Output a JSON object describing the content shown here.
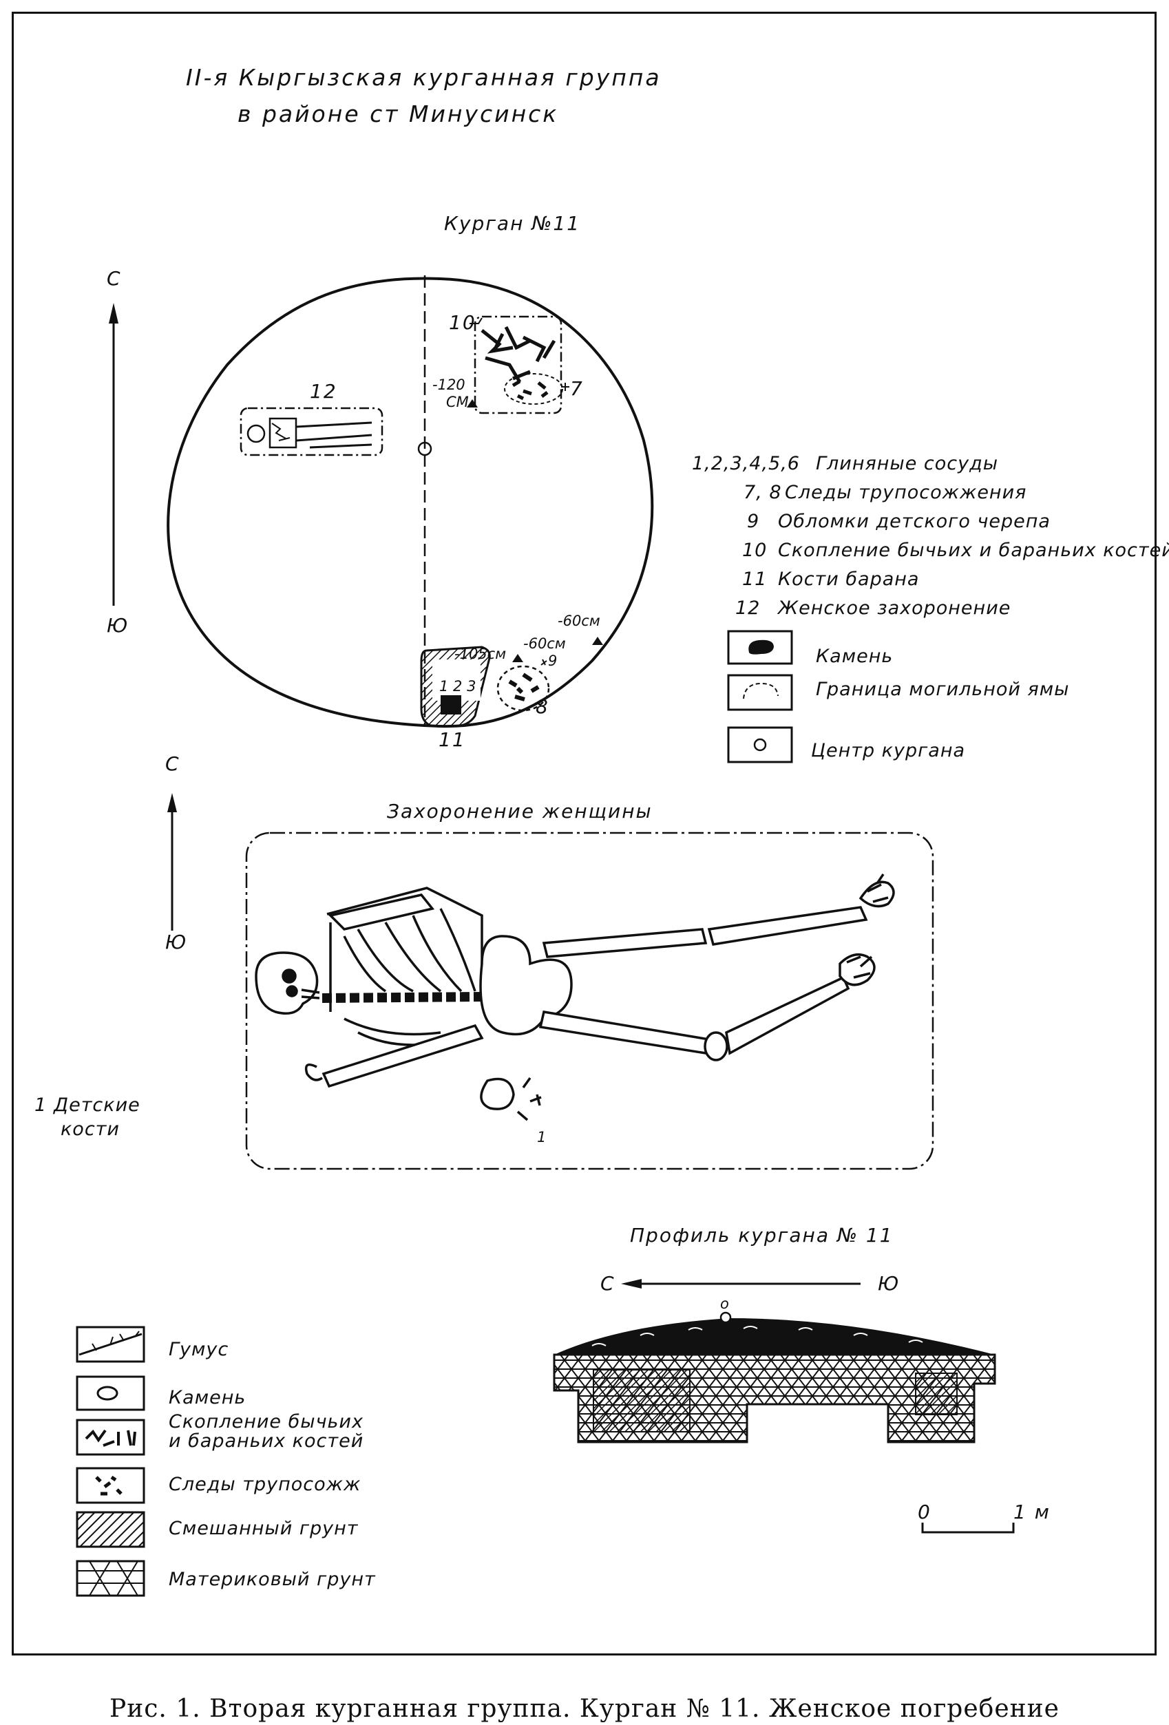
{
  "title": {
    "line1": "II-я Кыргызская курганная группа",
    "line2": "в районе ст Минусинск"
  },
  "plan": {
    "heading": "Курган №11",
    "north": "С",
    "south": "Ю",
    "burial_number": "12",
    "cluster_number": "10",
    "depth_120": "-120",
    "depth_120_unit": "СМ",
    "mark_7": "7",
    "depth_105": "-105см",
    "depth_60a": "-60см",
    "depth_60b": "-60см",
    "mark_8": "8",
    "mark_9": "9",
    "mark_11": "11",
    "pot_marks": "1 2 3"
  },
  "legend_plan": [
    {
      "num": "1,2,3,4,5,6",
      "text": "Глиняные сосуды"
    },
    {
      "num": "7, 8",
      "text": "Следы трупосожжения"
    },
    {
      "num": "9",
      "text": "Обломки детского черепа"
    },
    {
      "num": "10",
      "text": "Скопление бычьих и бараньих костей"
    },
    {
      "num": "11",
      "text": "Кости барана"
    },
    {
      "num": "12",
      "text": "Женское захоронение"
    }
  ],
  "legend_symbols": [
    {
      "icon": "stone-icon",
      "text": "Камень"
    },
    {
      "icon": "pit-boundary-icon",
      "text": "Граница могильной ямы"
    },
    {
      "icon": "mound-center-icon",
      "text": "Центр кургана"
    }
  ],
  "burial": {
    "heading": "Захоронение   женщины",
    "north": "С",
    "south": "Ю",
    "child_bones_num": "1",
    "child_bones_line1": "Детские",
    "child_bones_line2": "кости",
    "mark_1": "1"
  },
  "profile": {
    "heading": "Профиль кургана № 11",
    "left": "С",
    "right": "Ю",
    "center_mark": "о"
  },
  "legend_profile": [
    {
      "icon": "humus-icon",
      "text": "Гумус"
    },
    {
      "icon": "stone-icon",
      "text": "Камень"
    },
    {
      "icon": "bone-cluster-icon",
      "text": "Скопление бычьих",
      "text2": "и бараньих костей"
    },
    {
      "icon": "cremation-icon",
      "text": "Следы трупосожж"
    },
    {
      "icon": "mixed-soil-icon",
      "text": "Смешанный грунт"
    },
    {
      "icon": "bedrock-icon",
      "text": "Материковый грунт"
    }
  ],
  "scale": {
    "zero": "0",
    "one": "1 м"
  },
  "caption": "Рис. 1. Вторая курганная группа. Курган № 11. Женское погребение"
}
